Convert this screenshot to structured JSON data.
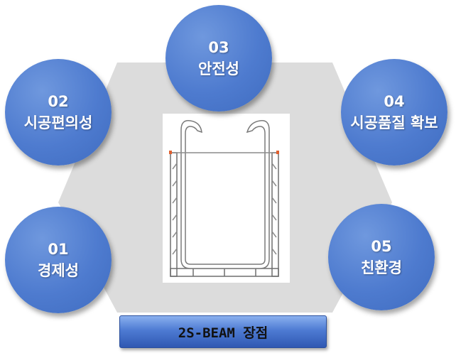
{
  "colors": {
    "circle": "#4e7bcf",
    "hexagon": "#dcdcdc",
    "rebar": "#8c8c8c",
    "title_bar": "#4e7bd3"
  },
  "advantages": [
    {
      "number": "01",
      "label": "경제성"
    },
    {
      "number": "02",
      "label": "시공편의성"
    },
    {
      "number": "03",
      "label": "안전성"
    },
    {
      "number": "04",
      "label": "시공품질 확보"
    },
    {
      "number": "05",
      "label": "친환경"
    }
  ],
  "title": "2S-BEAM 장점",
  "center_image": "beam-cross-section"
}
